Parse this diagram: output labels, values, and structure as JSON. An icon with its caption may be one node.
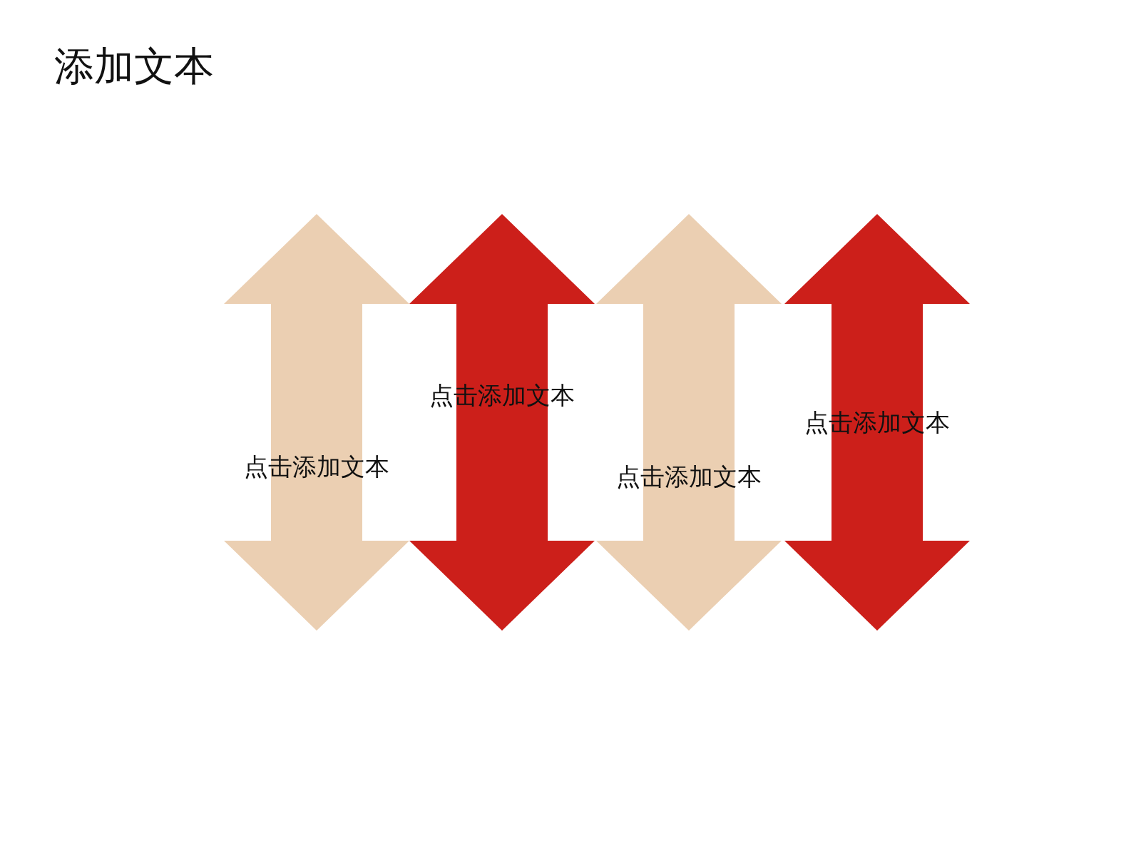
{
  "diagram": {
    "title": "添加文本",
    "nodes": [
      {
        "text": [
          "点击添加文本"
        ]
      },
      {
        "text": [
          "点击添加文本"
        ]
      },
      {
        "text": [
          "点击添加文本"
        ]
      },
      {
        "text": [
          "点击添加文本"
        ]
      }
    ],
    "edges": []
  }
}
